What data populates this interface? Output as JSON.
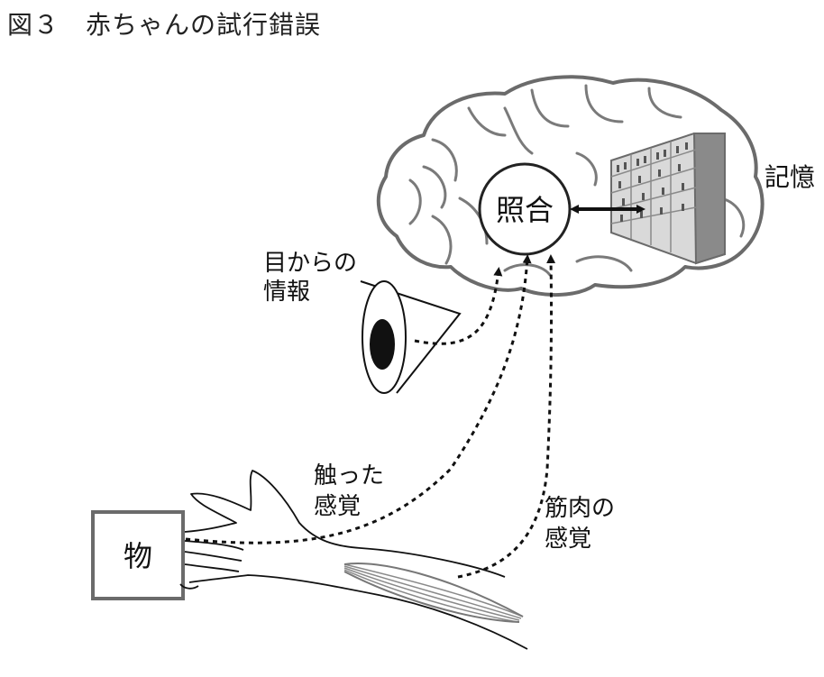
{
  "figure": {
    "title": "図３　赤ちゃんの試行錯誤"
  },
  "labels": {
    "matching": "照合",
    "memory": "記憶",
    "eye_info_line1": "目からの",
    "eye_info_line2": "情報",
    "touch_line1": "触った",
    "touch_line2": "感覚",
    "muscle_line1": "筋肉の",
    "muscle_line2": "感覚",
    "object": "物"
  }
}
